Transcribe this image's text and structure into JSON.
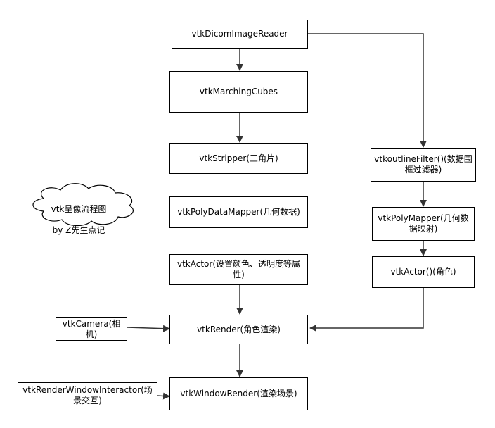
{
  "nodes": {
    "reader": "vtkDicomImageReader",
    "marching": "vtkMarchingCubes",
    "stripper": "vtkStripper(三角片)",
    "polydatamapper": "vtkPolyDataMapper(几何数据)",
    "actor": "vtkActor(设置颜色、透明度等属性)",
    "render": "vtkRender(角色渲染)",
    "windowrender": "vtkWindowRender(渲染场景)",
    "camera": "vtkCamera(相机)",
    "interactor": "vtkRenderWindowInteractor(场景交互)",
    "outline": "vtkoutlineFilter()(数据围框过滤器)",
    "polymapper": "vtkPolyMapper(几何数据映射)",
    "actor2": "vtkActor()(角色)"
  },
  "note": {
    "line1": "vtk呈像流程图",
    "line2": "by Z先生点记"
  },
  "colors": {
    "stroke": "#000000",
    "fill": "#ffffff",
    "edge": "#333333"
  }
}
